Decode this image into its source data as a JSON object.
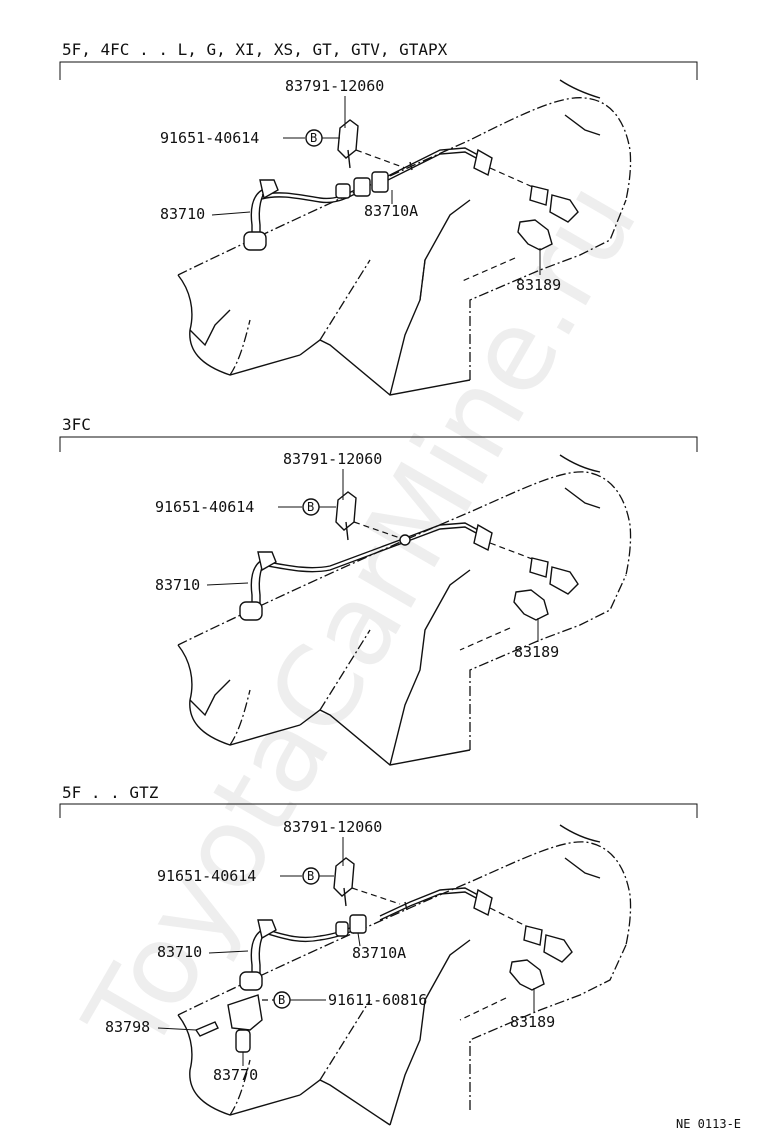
{
  "watermark": "ToyotaCarMine.ru",
  "diagram_code": "NE  0113-E",
  "sections": [
    {
      "header": "5F, 4FC . . L, G, XI, XS, GT, GTV, GTAPX",
      "labels": {
        "bracket": "83791-12060",
        "bolt": "91651-40614",
        "bolt_badge": "B",
        "cable": "83710",
        "cable_a": "83710A",
        "sleeve": "83189"
      }
    },
    {
      "header": "3FC",
      "labels": {
        "bracket": "83791-12060",
        "bolt": "91651-40614",
        "bolt_badge": "B",
        "cable": "83710",
        "sleeve": "83189"
      }
    },
    {
      "header": "5F . . GTZ",
      "labels": {
        "bracket": "83791-12060",
        "bolt": "91651-40614",
        "bolt_badge": "B",
        "cable": "83710",
        "cable_a": "83710A",
        "sleeve": "83189",
        "bolt2": "91611-60816",
        "bolt2_badge": "B",
        "pin": "83798",
        "gear": "83770"
      }
    }
  ]
}
